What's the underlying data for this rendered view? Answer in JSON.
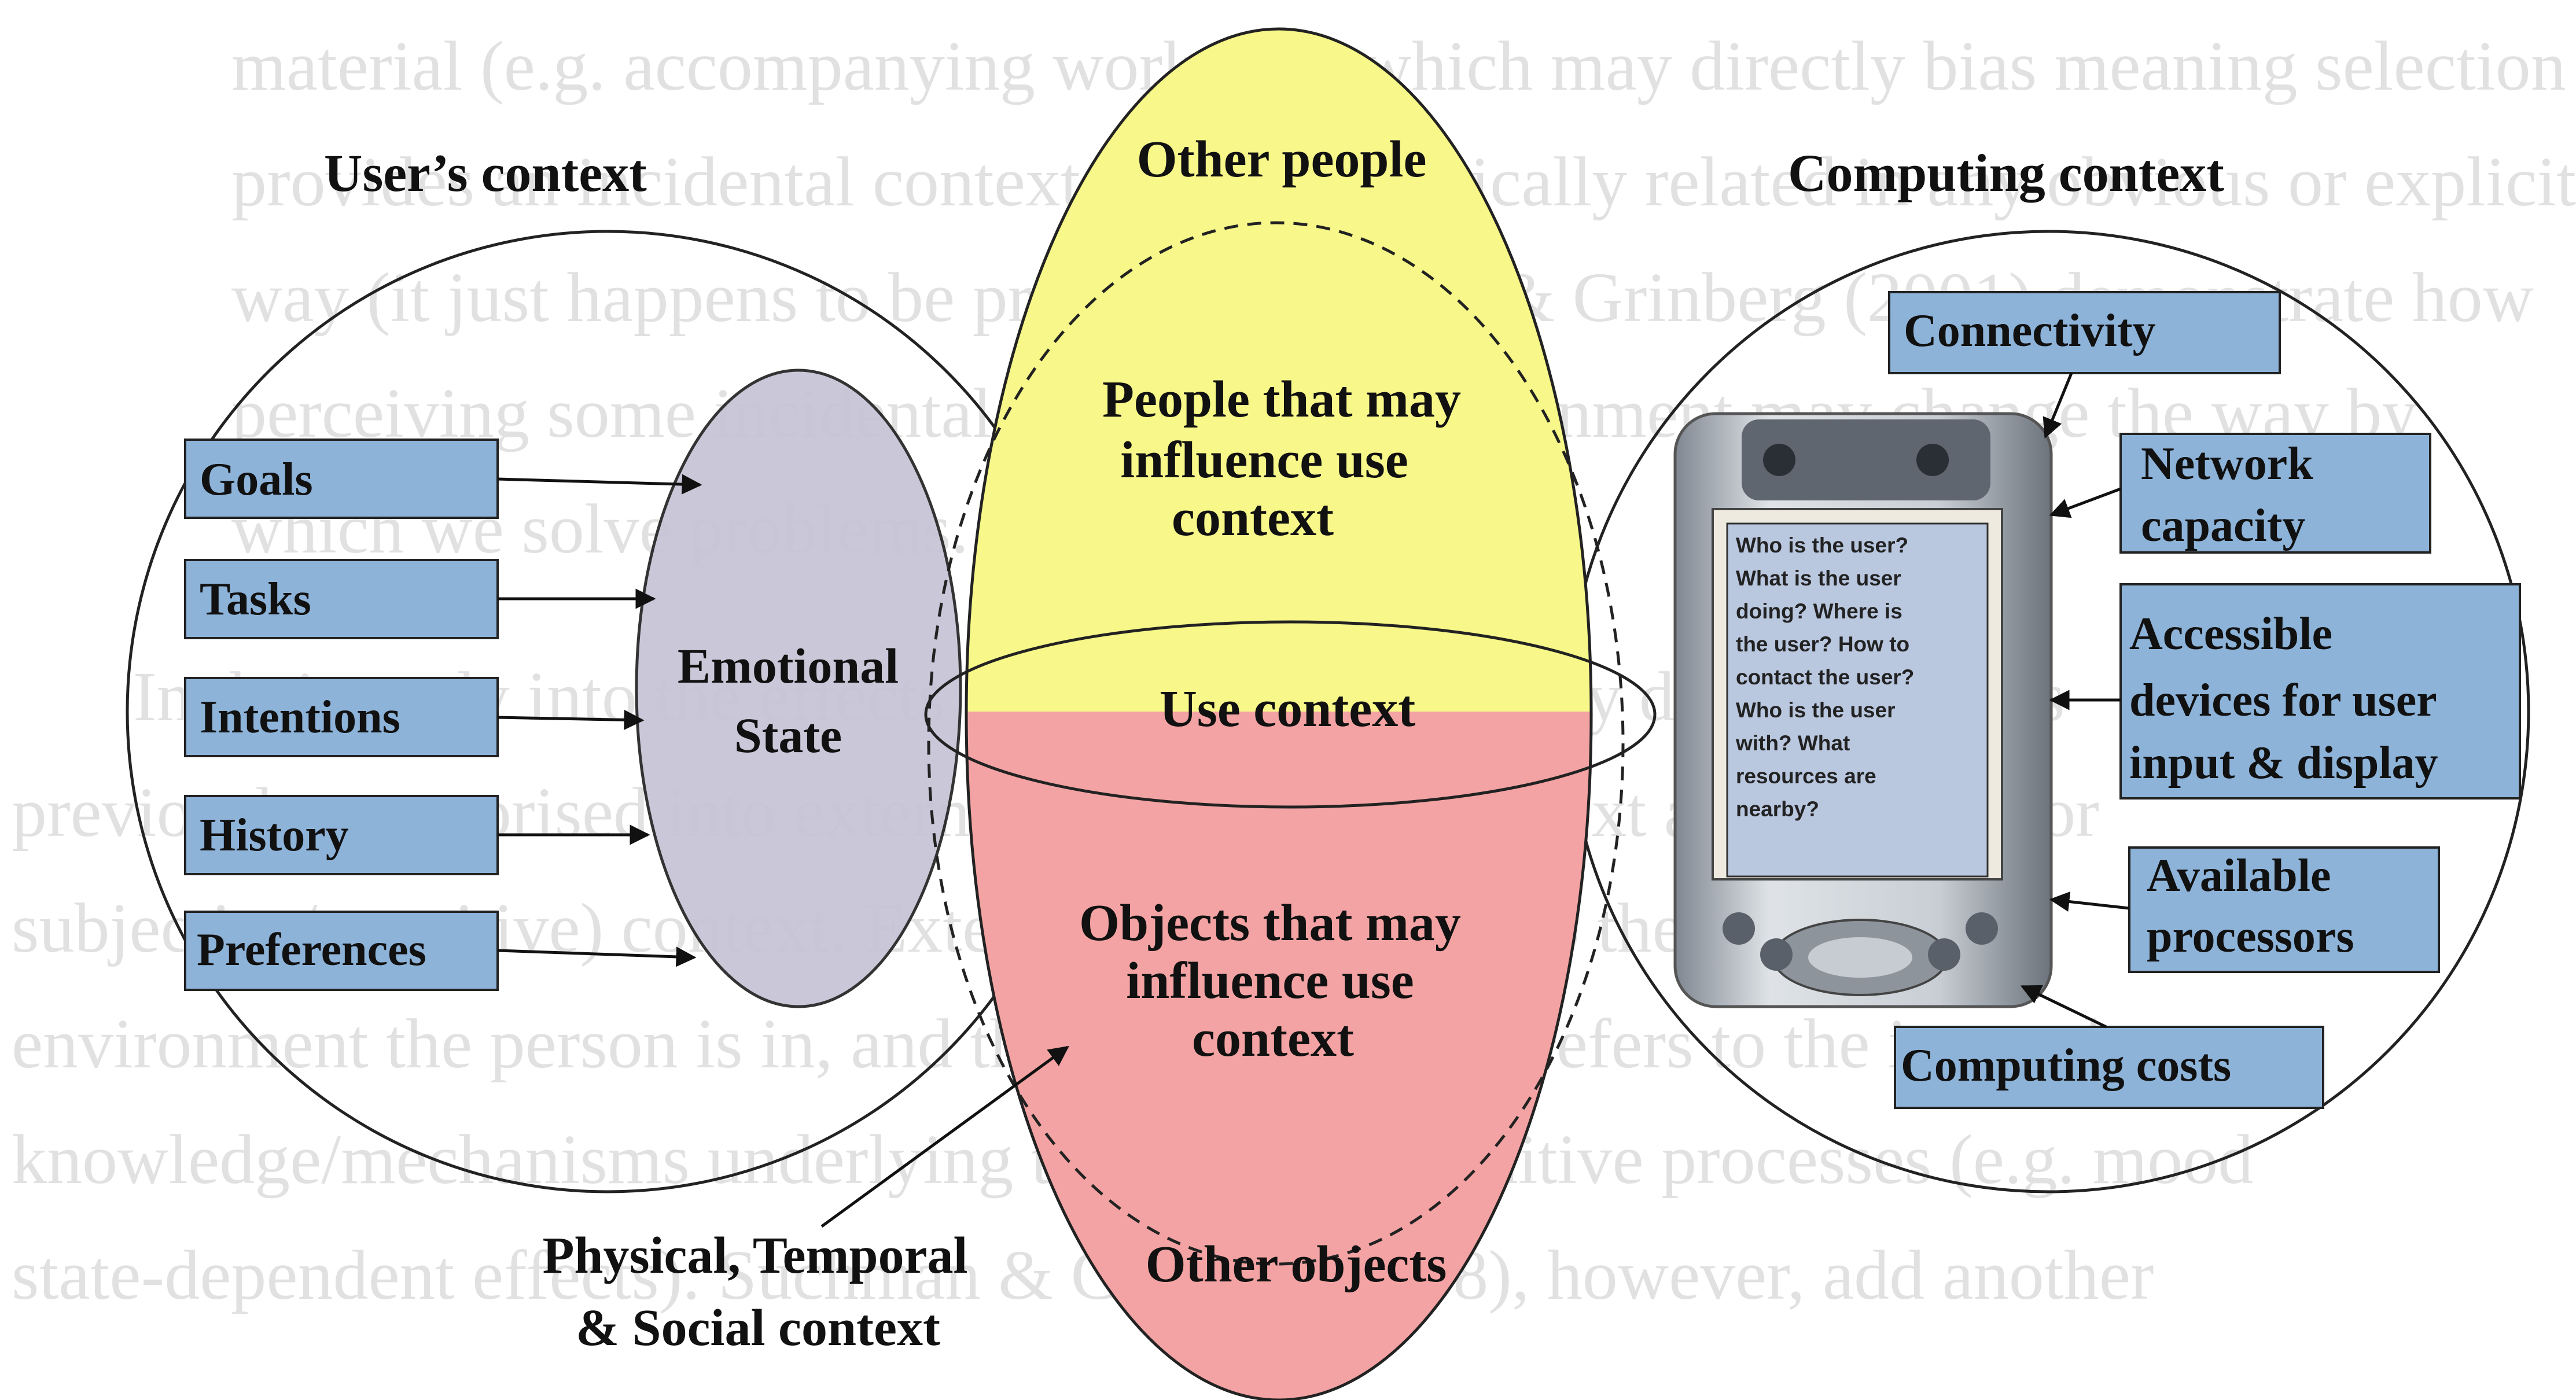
{
  "background_text": [
    "material (e.g. accompanying worksheet which may directly bias meaning selection",
    "provides an incidental context is not semantically related in any obvious or explicit",
    "way (it just happens to be present). Kokinov & Grinberg (2001) demonstrate how",
    "perceiving some incidental object in the environment may change the way by",
    "which we solve problems.",
    "In their study into the effects of context (2001) a key distinction was",
    "previously categorised into external (or objective) context and internal (or",
    "subjective/cognitive) context. External context refers to the immediate",
    "environment the person is in, and the internal context refers to the internal",
    "knowledge/mechanisms underlying the person's cognitive processes (e.g. mood",
    "state-dependent effects). Suchman & Conway (1988), however, add another"
  ],
  "headings": {
    "users_context": "User’s context",
    "computing_context": "Computing context"
  },
  "user_boxes": [
    "Goals",
    "Tasks",
    "Intentions",
    "History",
    "Preferences"
  ],
  "emotional_state": [
    "Emotional",
    "State"
  ],
  "center": {
    "other_people": "Other people",
    "people_influence": [
      "People that may",
      "influence use",
      "context"
    ],
    "use_context": "Use context",
    "objects_influence": [
      "Objects that may",
      "influence use",
      "context"
    ],
    "other_objects": "Other objects"
  },
  "physical_context": [
    "Physical, Temporal",
    "& Social context"
  ],
  "device_screen": [
    "Who is the user?",
    "What is the user",
    "doing? Where is",
    "the user? How to",
    "contact the user?",
    "Who is the user",
    "with?  What",
    "resources are",
    "nearby?"
  ],
  "computing_boxes": {
    "connectivity": [
      "Connectivity"
    ],
    "network": [
      "Network",
      "capacity"
    ],
    "devices": [
      "Accessible",
      "devices for user",
      "input & display"
    ],
    "processors": [
      "Available",
      "processors"
    ],
    "costs": [
      "Computing costs"
    ]
  },
  "colors": {
    "box_fill": "#8db3d9",
    "yellow": "#f7f78a",
    "pink": "#f3a3a3",
    "emotion": "#c6c3d6"
  }
}
